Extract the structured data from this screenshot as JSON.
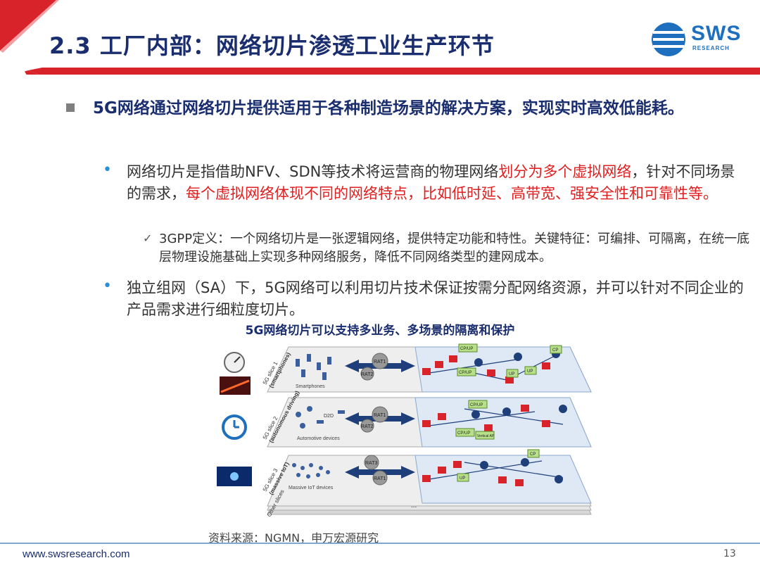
{
  "header": {
    "title": "2.3 工厂内部：网络切片渗透工业生产环节",
    "logo_text": "SWS",
    "logo_sub": "RESEARCH",
    "accent_red": "#d9232b",
    "accent_blue": "#1f6fbf"
  },
  "main_point": "5G网络通过网络切片提供适用于各种制造场景的解决方案，实现实时高效低能耗。",
  "bullet1": {
    "part1": "网络切片是指借助NFV、SDN等技术将运营商的物理网络",
    "part2_red": "划分为多个虚拟网络",
    "part3": "，针对不同场景的需求，",
    "part4_red": "每个虚拟网络体现不同的网络特点，比如低时延、高带宽、强安全性和可靠性等。"
  },
  "subbullet": "3GPP定义：一个网络切片是一张逻辑网络，提供特定功能和特性。关键特征：可编排、可隔离，在统一底层物理设施基础上实现多种网络服务，降低不同网络类型的建网成本。",
  "bullet2": "独立组网（SA）下，5G网络可以利用切片技术保证按需分配网络资源，并可以针对不同企业的产品需求进行细粒度切片。",
  "figure": {
    "title": "5G网络切片可以支持多业务、多场景的隔离和保护",
    "slice1_label": "5G slice 1",
    "slice1_sub": "(smartphones)",
    "slice1_devices": "Smartphones",
    "slice2_label": "5G slice 2",
    "slice2_sub": "(autonomous driving)",
    "slice2_devices": "Automotive devices",
    "slice2_d2d": "D2D",
    "slice3_label": "5G slice 3",
    "slice3_sub": "(massive IoT)",
    "slice3_devices": "Massive IoT devices",
    "other_slices": "Other slices",
    "rat1": "RAT1",
    "rat2": "RAT2",
    "rat3": "RAT3",
    "cpup": "CP/UP",
    "cp": "CP",
    "up": "UP",
    "vertical_ap": "Vertical AP",
    "ellipsis": "..."
  },
  "source": "资料来源：NGMN，申万宏源研究",
  "footer": {
    "url": "www.swsresearch.com",
    "page": "13"
  }
}
